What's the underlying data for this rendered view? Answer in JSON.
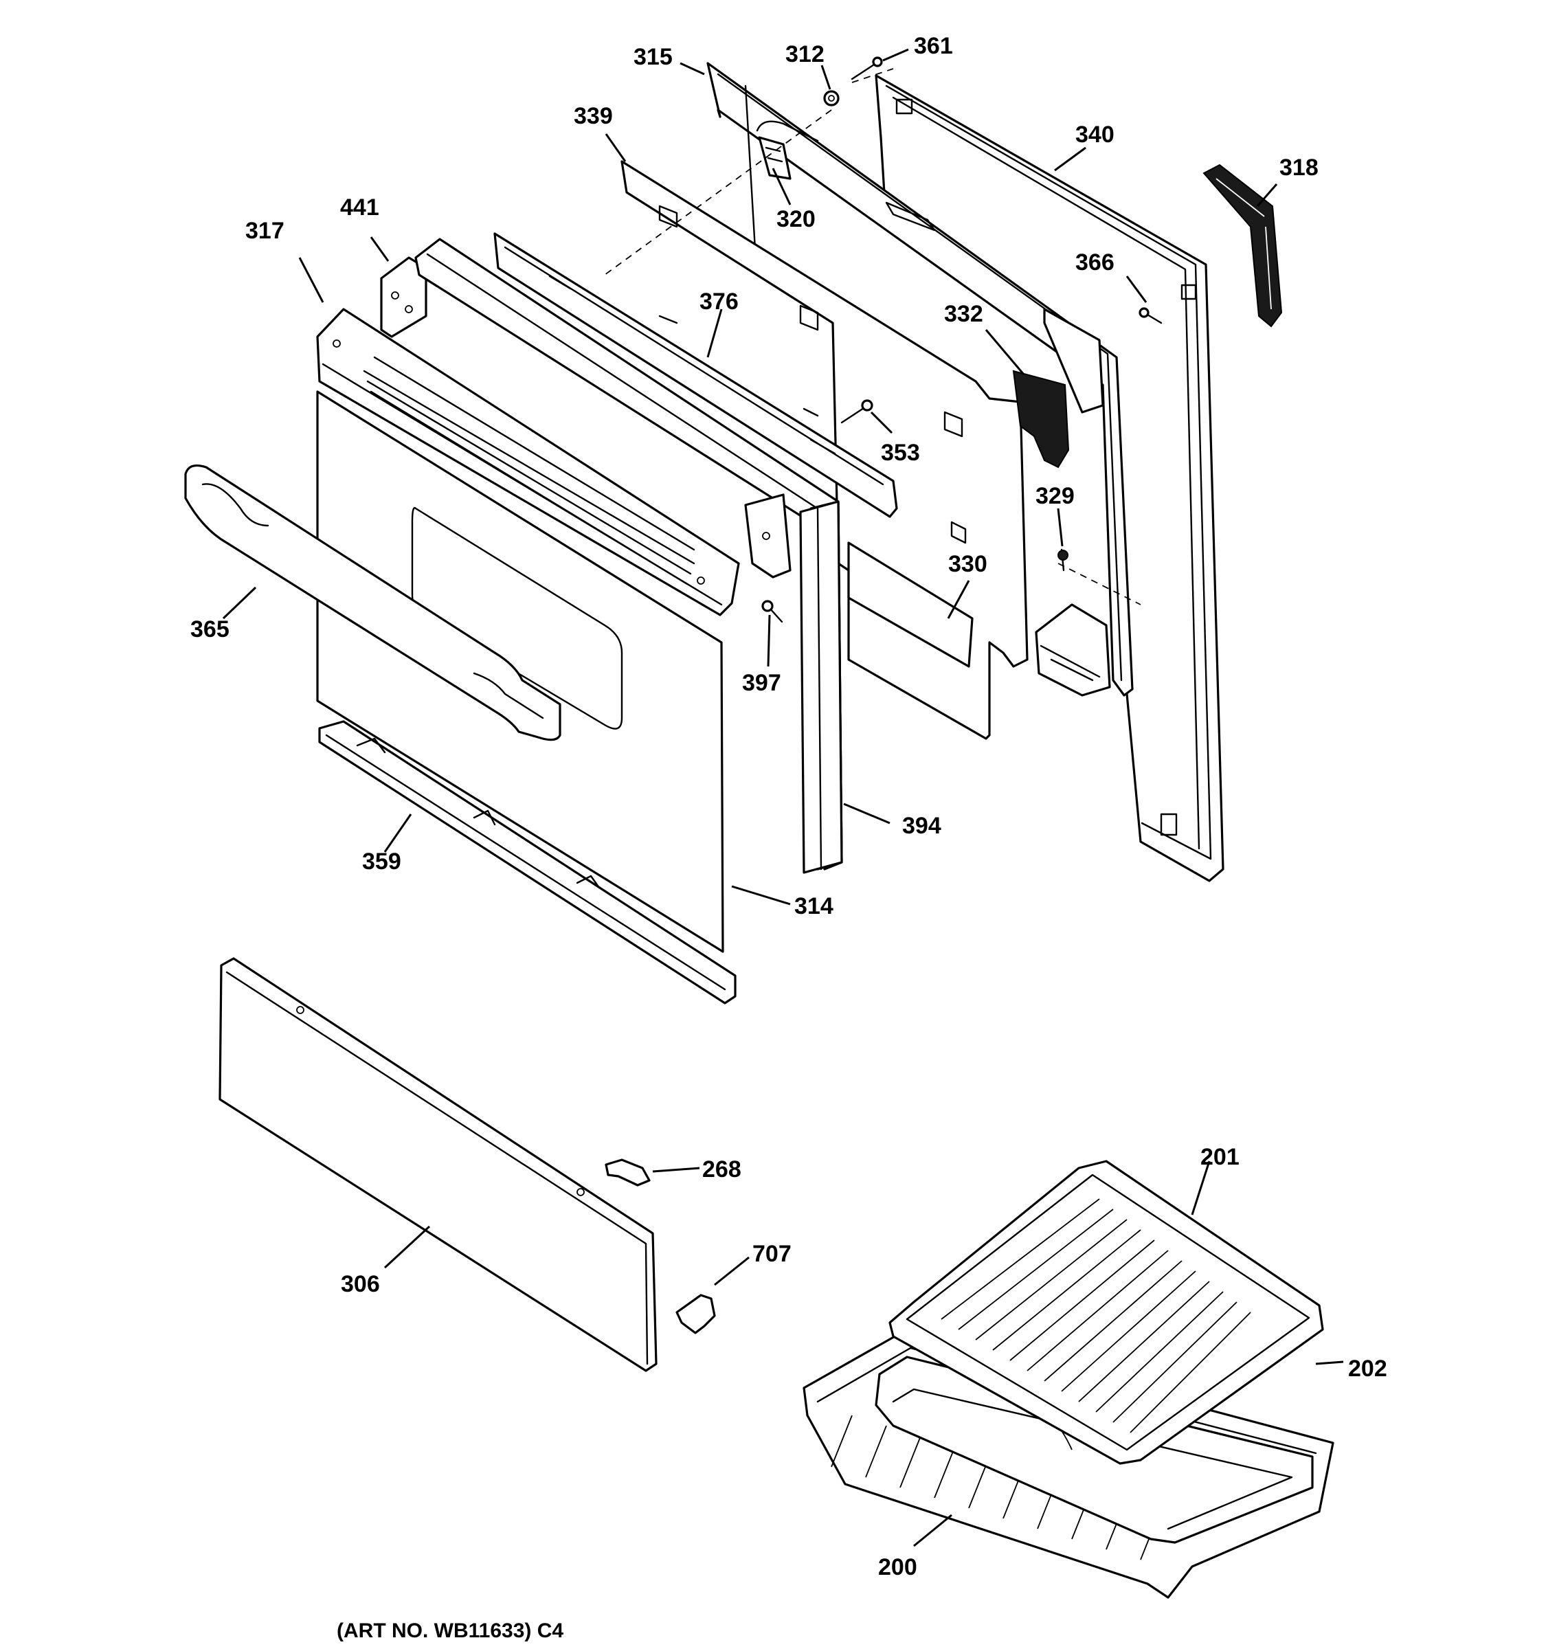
{
  "callouts": [
    {
      "id": "315",
      "label": "315"
    },
    {
      "id": "312",
      "label": "312"
    },
    {
      "id": "361",
      "label": "361"
    },
    {
      "id": "339",
      "label": "339"
    },
    {
      "id": "340",
      "label": "340"
    },
    {
      "id": "318",
      "label": "318"
    },
    {
      "id": "320",
      "label": "320"
    },
    {
      "id": "317",
      "label": "317"
    },
    {
      "id": "441",
      "label": "441"
    },
    {
      "id": "376",
      "label": "376"
    },
    {
      "id": "366",
      "label": "366"
    },
    {
      "id": "332",
      "label": "332"
    },
    {
      "id": "353",
      "label": "353"
    },
    {
      "id": "329",
      "label": "329"
    },
    {
      "id": "330",
      "label": "330"
    },
    {
      "id": "365",
      "label": "365"
    },
    {
      "id": "397",
      "label": "397"
    },
    {
      "id": "394",
      "label": "394"
    },
    {
      "id": "359",
      "label": "359"
    },
    {
      "id": "314",
      "label": "314"
    },
    {
      "id": "268",
      "label": "268"
    },
    {
      "id": "707",
      "label": "707"
    },
    {
      "id": "306",
      "label": "306"
    },
    {
      "id": "201",
      "label": "201"
    },
    {
      "id": "202",
      "label": "202"
    },
    {
      "id": "200",
      "label": "200"
    }
  ],
  "art_number": "(ART NO. WB11633) C4"
}
